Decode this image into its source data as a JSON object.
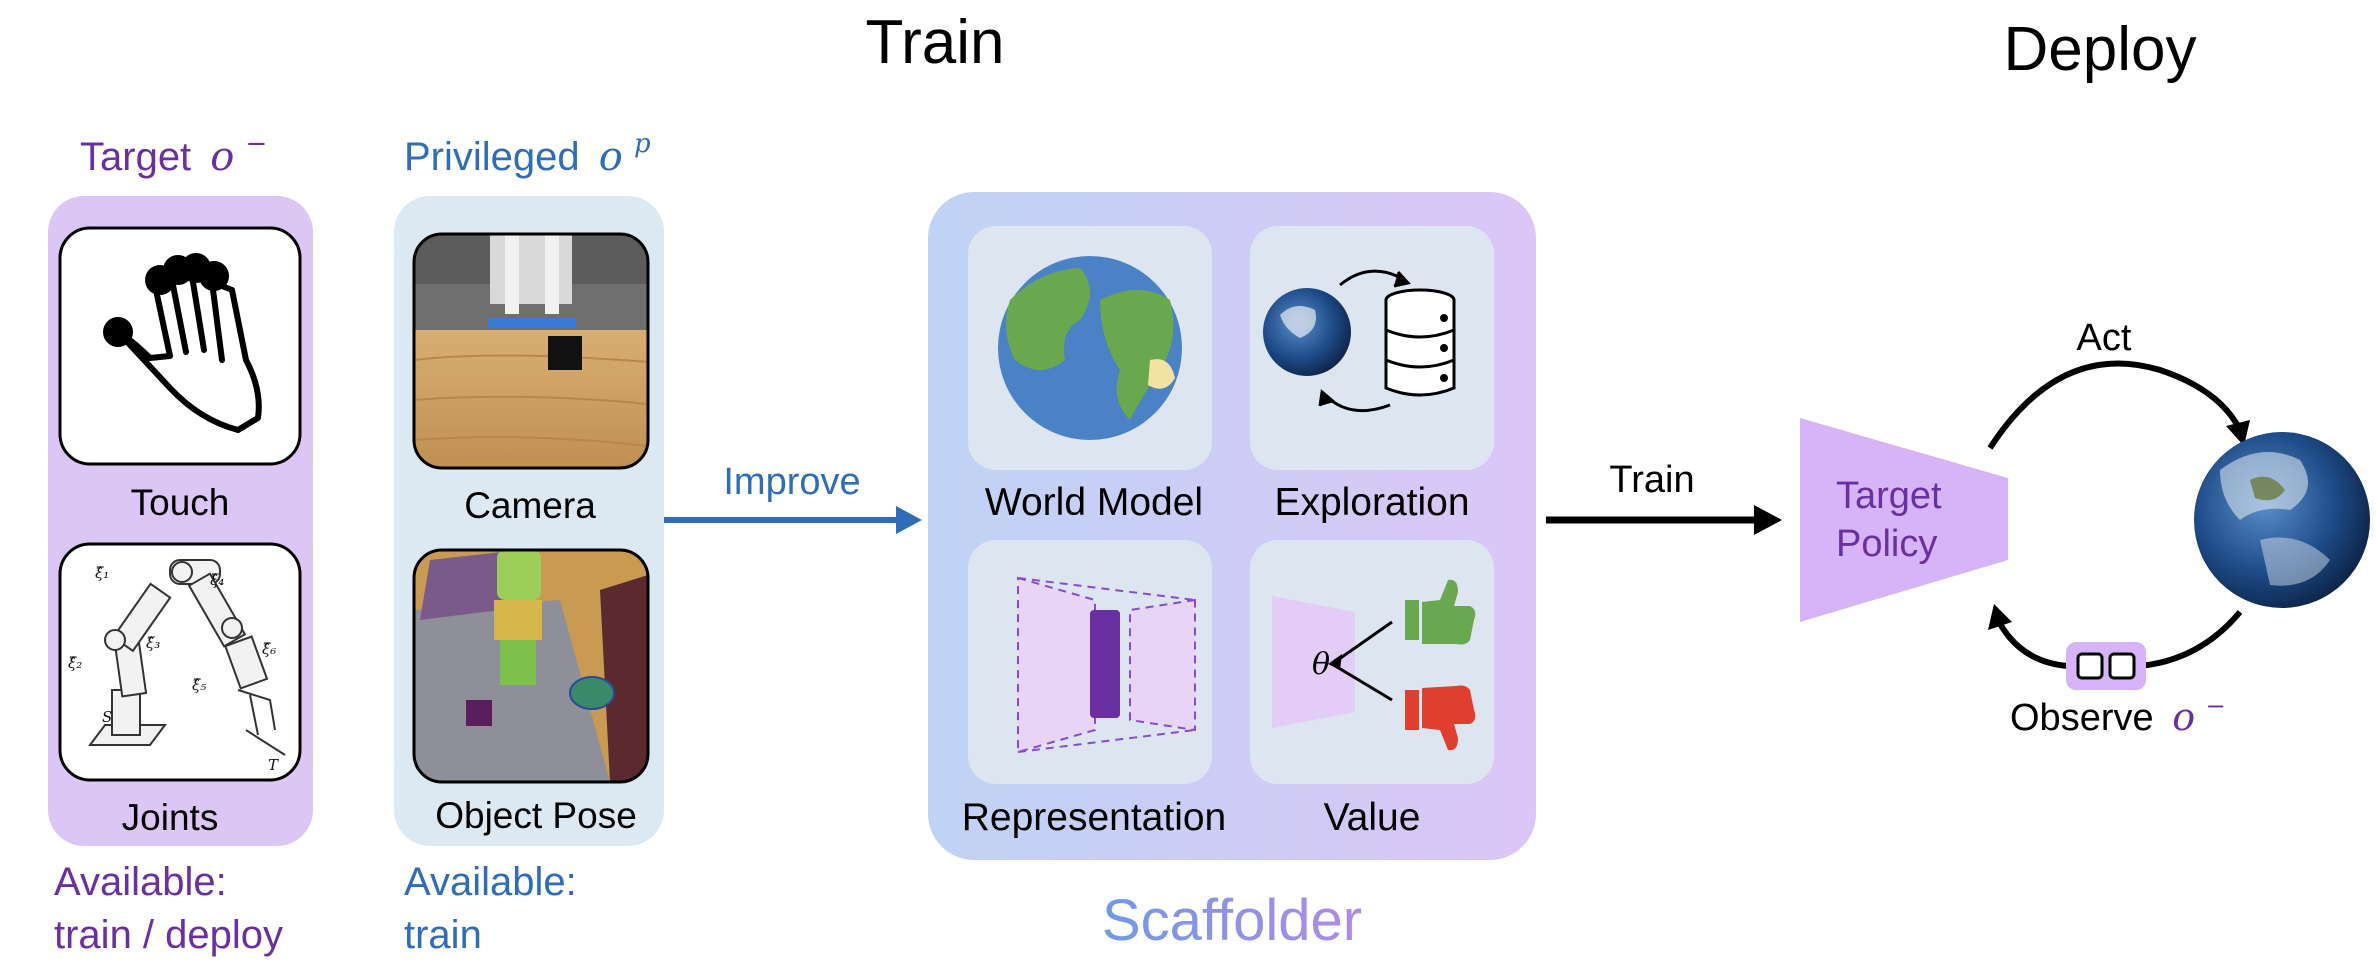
{
  "headers": {
    "train": "Train",
    "deploy": "Deploy"
  },
  "target_column": {
    "title": "Target",
    "title_symbol": "o",
    "title_superscript": "−",
    "items": [
      {
        "label": "Touch"
      },
      {
        "label": "Joints"
      }
    ],
    "availability_line1": "Available:",
    "availability_line2": "train / deploy"
  },
  "joint_symbols": [
    "ξ̂₁",
    "ξ̂₂",
    "ξ̂₃",
    "ξ̂₄",
    "ξ̂₅",
    "ξ̂₆",
    "S",
    "T"
  ],
  "privileged_column": {
    "title": "Privileged",
    "title_symbol": "o",
    "title_superscript": "p",
    "items": [
      {
        "label": "Camera"
      },
      {
        "label": "Object Pose"
      }
    ],
    "availability_line1": "Available:",
    "availability_line2": "train"
  },
  "improve_label": "Improve",
  "scaffolder": {
    "caption": "Scaffolder",
    "tiles": [
      {
        "label": "World Model"
      },
      {
        "label": "Exploration"
      },
      {
        "label": "Representation"
      },
      {
        "label": "Value"
      }
    ],
    "theta_symbol": "θ"
  },
  "train_arrow_label": "Train",
  "policy": {
    "line1": "Target",
    "line2": "Policy"
  },
  "loop": {
    "act_label": "Act",
    "observe_label": "Observe",
    "observe_symbol": "o",
    "observe_superscript": "−"
  },
  "colors": {
    "purple_text": "#6a2fa0",
    "blue_text": "#2f6db8",
    "purple_bg": "#dcc6f5",
    "blue_bg": "#dce8f2",
    "tile_bg": "#dde5f0",
    "scaffolder_caption": "#7d8ee6",
    "policy_fill": "#d6b4f7",
    "thumb_up": "#6aa84f",
    "thumb_down": "#e03e2e"
  }
}
